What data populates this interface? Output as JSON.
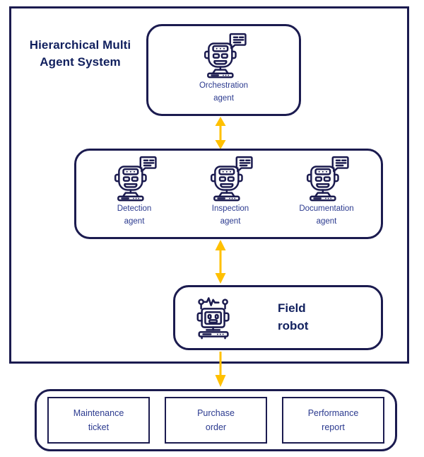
{
  "diagram": {
    "title": "Hierarchical\nMulti Agent\nSystem",
    "colors": {
      "navy_border": "#1b1b4f",
      "navy_text": "#11205e",
      "label_text": "#2b3a8f",
      "arrow_amber": "#FFC000",
      "background": "#ffffff"
    },
    "orchestration": {
      "icon": "robot-head-chat-icon",
      "label": "Orchestration\nagent"
    },
    "agents": [
      {
        "icon": "robot-head-chat-icon",
        "label": "Detection\nagent"
      },
      {
        "icon": "robot-head-chat-icon",
        "label": "Inspection\nagent"
      },
      {
        "icon": "robot-head-chat-icon",
        "label": "Documentation\nagent"
      }
    ],
    "field_robot": {
      "icon": "field-robot-antenna-icon",
      "label": "Field\nrobot"
    },
    "outputs": [
      {
        "label": "Maintenance\nticket"
      },
      {
        "label": "Purchase\norder"
      },
      {
        "label": "Performance\nreport"
      }
    ],
    "connectors": [
      {
        "name": "orchestration-to-agents",
        "style": "double-headed-vertical"
      },
      {
        "name": "agents-to-field-robot",
        "style": "double-headed-vertical"
      },
      {
        "name": "field-robot-to-outputs",
        "style": "single-down"
      }
    ]
  }
}
